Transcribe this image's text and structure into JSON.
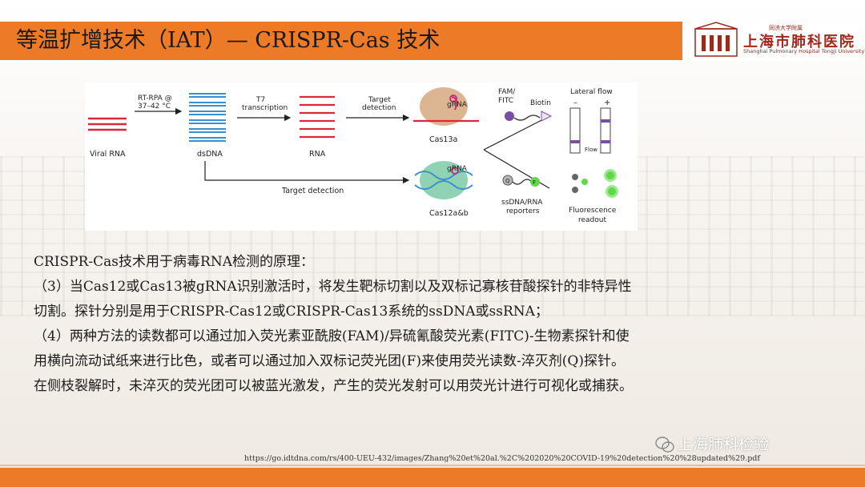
{
  "slide": {
    "title": "等温扩增技术（IAT）— CRISPR-Cas 技术"
  },
  "logo": {
    "subtitle_top": "同济大学附属",
    "name": "上海市肺科医院",
    "english": "Shanghai Pulmonary Hospital Tongji University"
  },
  "figure": {
    "viral_rna": "Viral RNA",
    "rt_rpa_line1": "RT-RPA @",
    "rt_rpa_line2": "37–42 °C",
    "dsdna": "dsDNA",
    "t7_line1": "T7",
    "t7_line2": "transcription",
    "rna": "RNA",
    "target_det_line1": "Target",
    "target_det_line2": "detection",
    "grna_top": "gRNA",
    "cas13a": "Cas13a",
    "target_detection_bottom": "Target detection",
    "grna_bottom": "gRNA",
    "cas12ab": "Cas12a&b",
    "fam_fitc_line1": "FAM/",
    "fam_fitc_line2": "FITC",
    "biotin": "Biotin",
    "lateral_flow": "Lateral flow",
    "flow": "Flow",
    "reporters_line1": "ssDNA/RNA",
    "reporters_line2": "reporters",
    "fluor_line1": "Fluorescence",
    "fluor_line2": "readout",
    "q_label": "Q",
    "f_label": "F",
    "minus": "–",
    "plus": "+"
  },
  "body": {
    "line1": "CRISPR-Cas技术用于病毒RNA检测的原理：",
    "line2": "（3）当Cas12或Cas13被gRNA识别激活时，将发生靶标切割以及双标记寡核苷酸探针的非特异性",
    "line3": "切割。探针分别是用于CRISPR-Cas12或CRISPR-Cas13系统的ssDNA或ssRNA；",
    "line4": "（4）两种方法的读数都可以通过加入荧光素亚酰胺(FAM)/异硫氰酸荧光素(FITC)-生物素探针和使",
    "line5": "用横向流动试纸来进行比色，或者可以通过加入双标记荧光团(F)来使用荧光读数-淬灭剂(Q)探针。",
    "line6": "在侧枝裂解时，未淬灭的荧光团可以被蓝光激发，产生的荧光发射可以用荧光计进行可视化或捕获。"
  },
  "watermark": "上海肺科检验",
  "url": "https://go.idtdna.com/rs/400-UEU-432/images/Zhang%20et%20al.%2C%202020%20COVID-19%20detection%20%28updated%29.pdf",
  "colors": {
    "accent": "#ec7a26",
    "rna_red": "#d8283a",
    "dna_blue": "#3a8fd0",
    "cas13_tan": "#dcb592",
    "cas12_green": "#8fd3b4",
    "grna_pink": "#c8307a",
    "fam_purple": "#7b4fa0",
    "fluor_green": "#5fd84a"
  }
}
